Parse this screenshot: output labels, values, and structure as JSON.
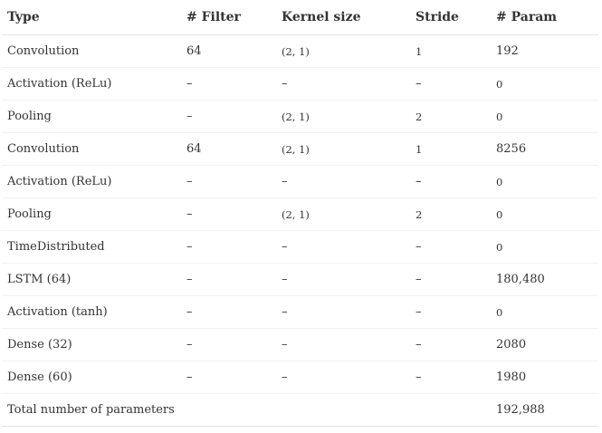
{
  "table": {
    "headers": [
      "Type",
      "# Filter",
      "Kernel size",
      "Stride",
      "# Param"
    ],
    "rows": [
      [
        "Convolution",
        "64",
        "(2, 1)",
        "1",
        "192"
      ],
      [
        "Activation (ReLu)",
        "–",
        "–",
        "–",
        "0"
      ],
      [
        "Pooling",
        "–",
        "(2, 1)",
        "2",
        "0"
      ],
      [
        "Convolution",
        "64",
        "(2, 1)",
        "1",
        "8256"
      ],
      [
        "Activation (ReLu)",
        "–",
        "–",
        "–",
        "0"
      ],
      [
        "Pooling",
        "–",
        "(2, 1)",
        "2",
        "0"
      ],
      [
        "TimeDistributed",
        "–",
        "–",
        "–",
        "0"
      ],
      [
        "LSTM (64)",
        "–",
        "–",
        "–",
        "180,480"
      ],
      [
        "Activation (tanh)",
        "–",
        "–",
        "–",
        "0"
      ],
      [
        "Dense (32)",
        "–",
        "–",
        "–",
        "2080"
      ],
      [
        "Dense (60)",
        "–",
        "–",
        "–",
        "1980"
      ],
      [
        "Total number of parameters",
        "",
        "",
        "",
        "192,988"
      ]
    ]
  }
}
